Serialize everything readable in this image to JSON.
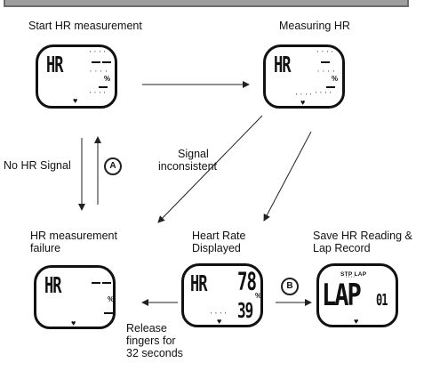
{
  "labels": {
    "start": "Start HR measurement",
    "measuring": "Measuring HR",
    "no_signal": "No HR Signal",
    "inconsistent_line1": "Signal",
    "inconsistent_line2": "inconsistent",
    "failure_line1": "HR measurement",
    "failure_line2": "failure",
    "displayed_line1": "Heart Rate",
    "displayed_line2": "Displayed",
    "save_line1": "Save HR Reading &",
    "save_line2": "Lap Record",
    "release_line1": "Release",
    "release_line2": "fingers for",
    "release_line3": "32 seconds"
  },
  "badges": {
    "a": "A",
    "b": "B"
  },
  "screens": {
    "start": {
      "main": "HR",
      "pct": "%",
      "heart": "♥"
    },
    "measuring": {
      "main": "HR",
      "pct": "%",
      "heart": "♥"
    },
    "failure": {
      "main": "HR",
      "pct": "%",
      "heart": "♥"
    },
    "displayed": {
      "main": "HR",
      "hr_value": "78",
      "pct": "%",
      "pct_value": "39",
      "heart": "♥"
    },
    "save": {
      "header": "STP LAP",
      "main": "LAP",
      "lap_no": "01",
      "heart": "♥"
    }
  },
  "colors": {
    "line": "#222222",
    "topbar": "#9e9e9e"
  }
}
